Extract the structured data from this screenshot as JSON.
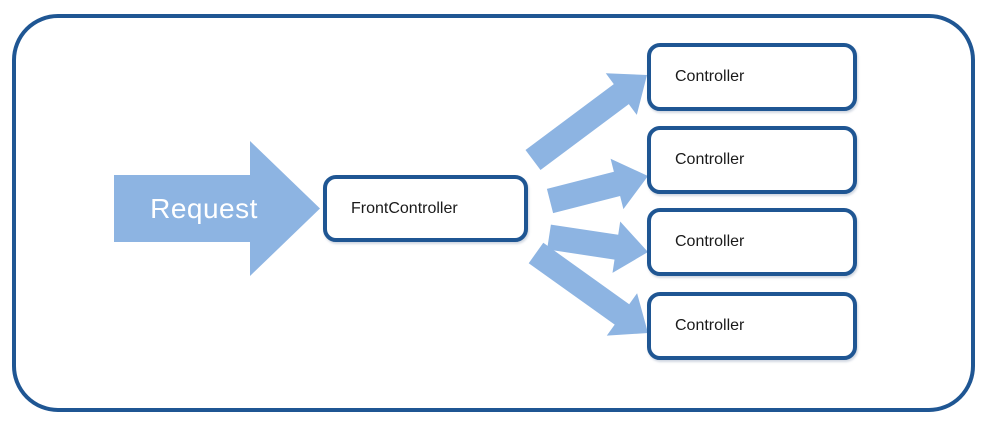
{
  "diagram": {
    "title_implicit": "Front Controller pattern diagram",
    "request_label": "Request",
    "front_controller_label": "FrontController",
    "controllers": [
      {
        "label": "Controller"
      },
      {
        "label": "Controller"
      },
      {
        "label": "Controller"
      },
      {
        "label": "Controller"
      }
    ],
    "colors": {
      "arrow_fill": "#8DB4E2",
      "border_blue": "#1F5693",
      "box_text": "#1A1A1A",
      "request_text": "#FFFFFF"
    }
  }
}
